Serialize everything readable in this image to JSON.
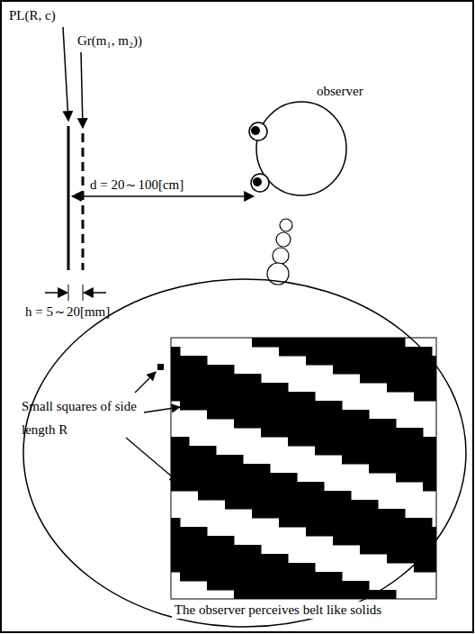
{
  "diagram": {
    "nodes": [
      {
        "text": [
          "The observer perceives belt like solids"
        ]
      }
    ],
    "labels": [
      "PL(R, c)",
      "Gr(m₁, m₂))",
      "d = 20～100[cm]",
      "observer",
      "h = 5～20[mm]",
      "Small squares of side length R"
    ]
  }
}
